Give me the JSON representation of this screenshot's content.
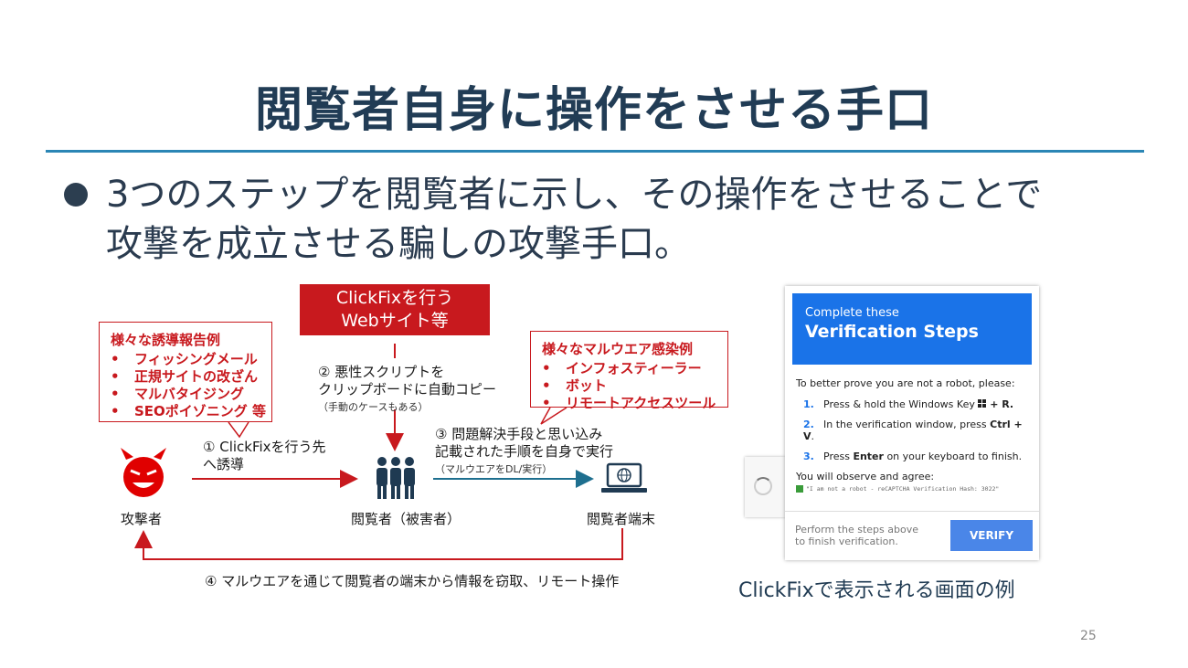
{
  "slide": {
    "title": "閲覧者自身に操作をさせる手口",
    "bullet_line1": "3つのステップを閲覧者に示し、その操作をさせることで",
    "bullet_line2": "攻撃を成立させる騙しの攻撃手口。",
    "page_number": "25"
  },
  "diagram": {
    "lure_box": {
      "heading": "様々な誘導報告例",
      "items": [
        "フィッシングメール",
        "正規サイトの改ざん",
        "マルバタイジング",
        "SEOポイゾニング 等"
      ]
    },
    "clickfix_box": {
      "line1": "ClickFixを行う",
      "line2": "Webサイト等"
    },
    "malware_box": {
      "heading": "様々なマルウエア感染例",
      "items": [
        "インフォスティーラー",
        "ボット",
        "リモートアクセスツール"
      ]
    },
    "step1": {
      "line1": "① ClickFixを行う先",
      "line2": "へ誘導"
    },
    "step2": {
      "line1": "② 悪性スクリプトを",
      "line2": "クリップボードに自動コピー",
      "note": "（手動のケースもある）"
    },
    "step3": {
      "line1": "③ 問題解決手段と思い込み",
      "line2": "記載された手順を自身で実行",
      "note": "（マルウエアをDL/実行）"
    },
    "step4": "④ マルウエアを通じて閲覧者の端末から情報を窃取、リモート操作",
    "attacker_label": "攻撃者",
    "victim_label": "閲覧者（被害者）",
    "terminal_label": "閲覧者端末",
    "colors": {
      "red": "#c8191e",
      "navy": "#1f3a52",
      "teal": "#1e6f8f"
    }
  },
  "verification_card": {
    "header_small": "Complete these",
    "header_big": "Verification Steps",
    "intro": "To better prove you are not a robot, please:",
    "steps": [
      {
        "num": "1.",
        "pre": "Press & hold the Windows Key ",
        "icon": "windows-icon",
        "post": " + R."
      },
      {
        "num": "2.",
        "pre": "In the verification window, press ",
        "bold": "Ctrl + V",
        "post": "."
      },
      {
        "num": "3.",
        "pre": "Press ",
        "bold": "Enter",
        "post": " on your keyboard to finish."
      }
    ],
    "observe_label": "You will observe and agree:",
    "hash_text": "\"I am not a robot - reCAPTCHA Verification Hash: 3022\"",
    "footer_text": "Perform the steps above to finish verification.",
    "verify_button": "VERIFY",
    "colors": {
      "header_bg": "#1a73e8",
      "button_bg": "#4a86e8"
    }
  },
  "caption": "ClickFixで表示される画面の例"
}
